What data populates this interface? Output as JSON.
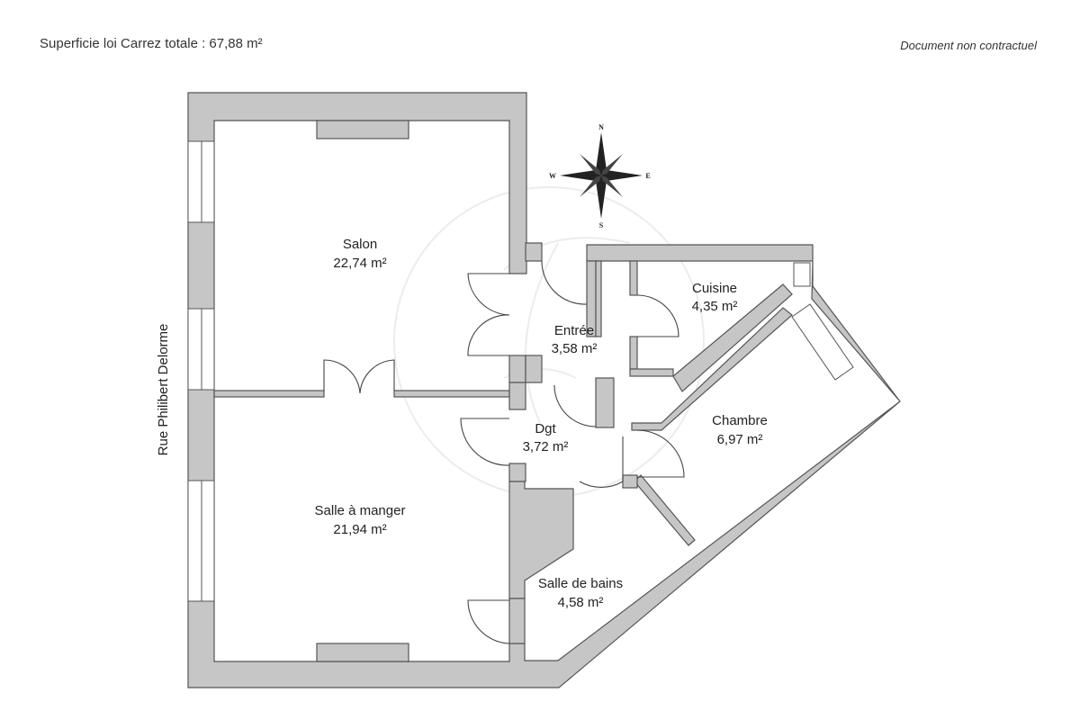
{
  "header": {
    "total_area": "Superficie loi Carrez totale : 67,88 m²",
    "disclaimer": "Document non contractuel"
  },
  "street": "Rue Philibert Delorme",
  "rooms": {
    "salon": {
      "name": "Salon",
      "area": "22,74 m²"
    },
    "salle_a_manger": {
      "name": "Salle à manger",
      "area": "21,94 m²"
    },
    "entree": {
      "name": "Entrée",
      "area": "3,58 m²"
    },
    "cuisine": {
      "name": "Cuisine",
      "area": "4,35 m²"
    },
    "dgt": {
      "name": "Dgt",
      "area": "3,72 m²"
    },
    "chambre": {
      "name": "Chambre",
      "area": "6,97 m²"
    },
    "salle_de_bains": {
      "name": "Salle de bains",
      "area": "4,58 m²"
    }
  },
  "compass": {
    "n": "N",
    "s": "S",
    "e": "E",
    "w": "W"
  },
  "colors": {
    "wall": "#c6c6c6",
    "line": "#555555"
  }
}
